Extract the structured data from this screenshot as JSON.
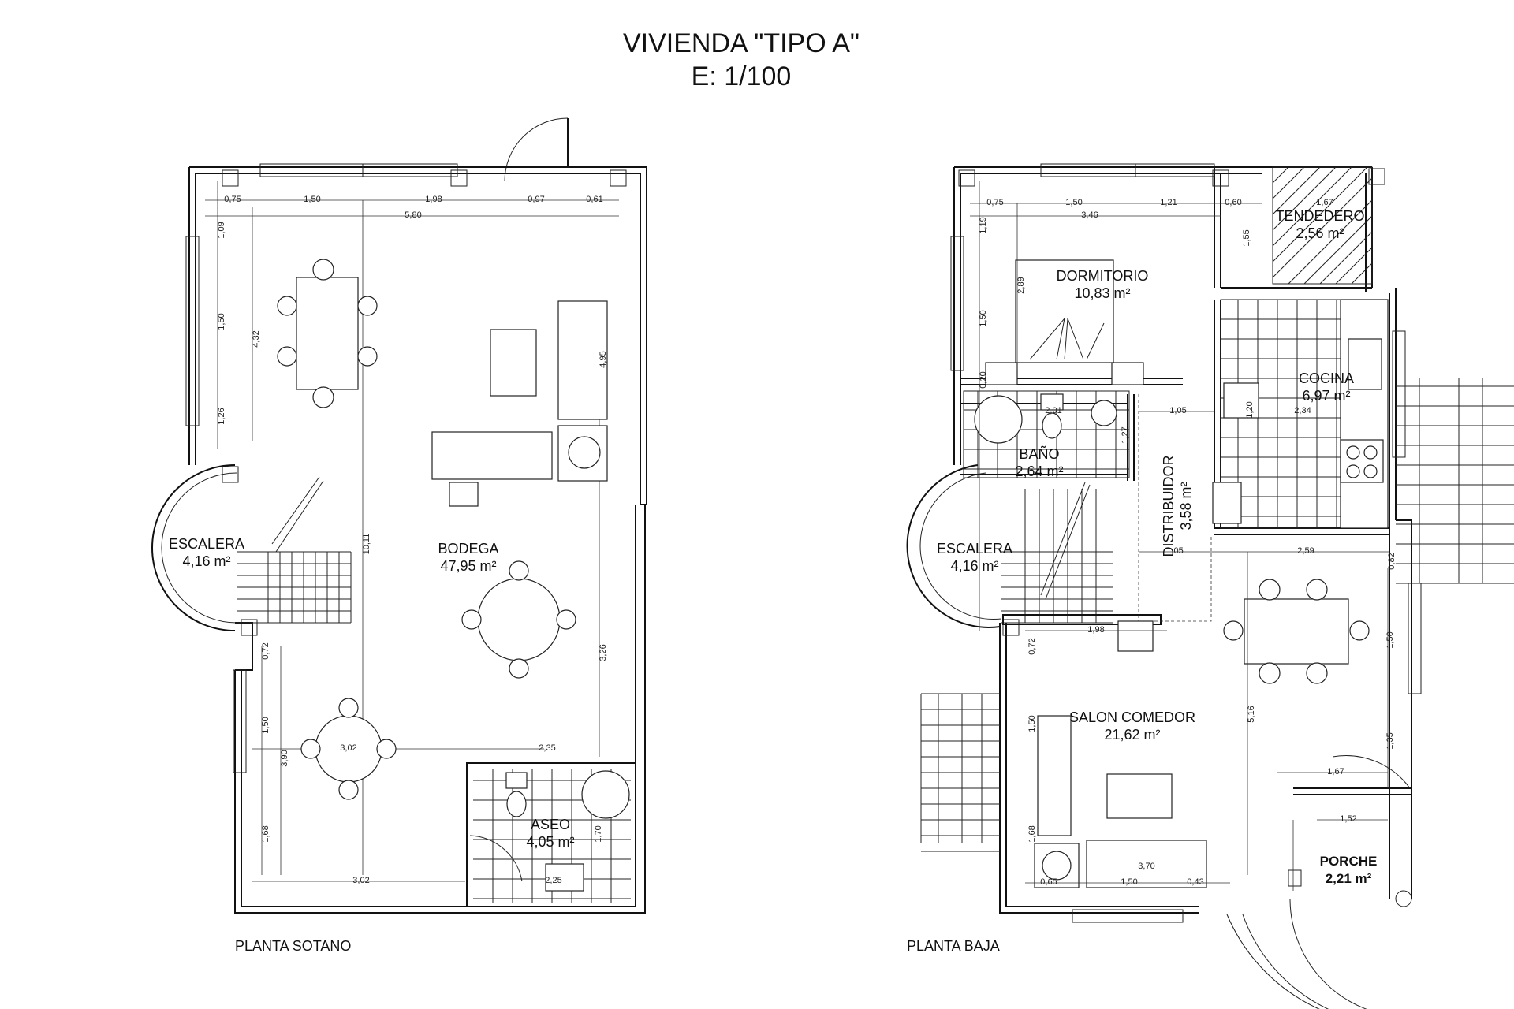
{
  "title": {
    "line1": "VIVIENDA \"TIPO A\"",
    "line2": "E: 1/100"
  },
  "plans": {
    "sotano": {
      "label": "PLANTA SOTANO",
      "rooms": [
        {
          "name": "BODEGA",
          "area": "47,95 m²"
        },
        {
          "name": "ESCALERA",
          "area": "4,16 m²"
        },
        {
          "name": "ASEO",
          "area": "4,05 m²"
        }
      ],
      "dims": [
        "0,75",
        "1,50",
        "1,98",
        "0,97",
        "0,61",
        "5,80",
        "1,09",
        "1,50",
        "4,32",
        "1,26",
        "4,95",
        "10,11",
        "3,26",
        "0,72",
        "1,50",
        "3,90",
        "3,02",
        "2,35",
        "1,68",
        "1,70",
        "3,02",
        "2,25"
      ]
    },
    "baja": {
      "label": "PLANTA BAJA",
      "rooms": [
        {
          "name": "DORMITORIO",
          "area": "10,83 m²"
        },
        {
          "name": "TENDEDERO",
          "area": "2,56 m²"
        },
        {
          "name": "COCINA",
          "area": "6,97 m²"
        },
        {
          "name": "BAÑO",
          "area": "2,64 m²"
        },
        {
          "name": "DISTRIBUIDOR",
          "area": "3,58 m²"
        },
        {
          "name": "ESCALERA",
          "area": "4,16 m²"
        },
        {
          "name": "SALON COMEDOR",
          "area": "21,62 m²"
        },
        {
          "name": "PORCHE",
          "area": "2,21 m²"
        }
      ],
      "dims": [
        "0,75",
        "1,50",
        "1,21",
        "0,60",
        "1,67",
        "3,46",
        "1,19",
        "2,89",
        "1,50",
        "1,55",
        "0,20",
        "2,01",
        "1,05",
        "1,20",
        "2,34",
        "1,27",
        "1,05",
        "2,59",
        "0,82",
        "1,98",
        "0,72",
        "1,50",
        "1,50",
        "5,16",
        "1,35",
        "1,67",
        "1,52",
        "1,68",
        "3,70",
        "0,65",
        "1,50",
        "0,43"
      ]
    }
  }
}
